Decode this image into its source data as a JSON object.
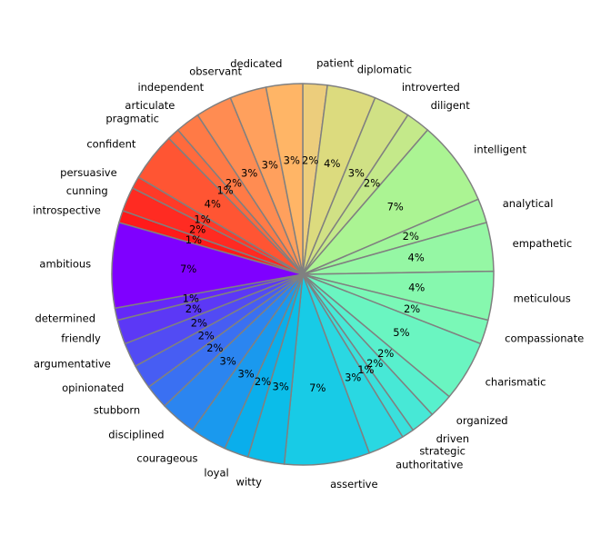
{
  "chart_data": {
    "type": "pie",
    "title": "",
    "start_angle_deg": 90,
    "direction": "clockwise",
    "edge_color": "#808080",
    "slices": [
      {
        "label": "patient",
        "value": 2,
        "pct_label": "2%",
        "color": "#eccd7c"
      },
      {
        "label": "diplomatic",
        "value": 4,
        "pct_label": "4%",
        "color": "#dcdb7e"
      },
      {
        "label": "introverted",
        "value": 3,
        "pct_label": "3%",
        "color": "#d0e185"
      },
      {
        "label": "diligent",
        "value": 2,
        "pct_label": "2%",
        "color": "#c4e98a"
      },
      {
        "label": "intelligent",
        "value": 7,
        "pct_label": "7%",
        "color": "#abf493"
      },
      {
        "label": "analytical",
        "value": 2,
        "pct_label": "2%",
        "color": "#a0f69b"
      },
      {
        "label": "empathetic",
        "value": 4,
        "pct_label": "4%",
        "color": "#95f7a4"
      },
      {
        "label": "meticulous",
        "value": 4,
        "pct_label": "4%",
        "color": "#86f8ae"
      },
      {
        "label": "compassionate",
        "value": 2,
        "pct_label": "2%",
        "color": "#7af8b7"
      },
      {
        "label": "charismatic",
        "value": 5,
        "pct_label": "5%",
        "color": "#6af5c1"
      },
      {
        "label": "organized",
        "value": 2,
        "pct_label": "2%",
        "color": "#58f0cd"
      },
      {
        "label": "driven",
        "value": 2,
        "pct_label": "2%",
        "color": "#47e8d6"
      },
      {
        "label": "strategic",
        "value": 1,
        "pct_label": "1%",
        "color": "#3ae0dc"
      },
      {
        "label": "authoritative",
        "value": 3,
        "pct_label": "3%",
        "color": "#2ad8e2"
      },
      {
        "label": "assertive",
        "value": 7,
        "pct_label": "7%",
        "color": "#18cbe6"
      },
      {
        "label": "witty",
        "value": 3,
        "pct_label": "3%",
        "color": "#0bbde9"
      },
      {
        "label": "loyal",
        "value": 2,
        "pct_label": "2%",
        "color": "#0aaeec"
      },
      {
        "label": "courageous",
        "value": 3,
        "pct_label": "3%",
        "color": "#1a99ee"
      },
      {
        "label": "disciplined",
        "value": 3,
        "pct_label": "3%",
        "color": "#2b85f0"
      },
      {
        "label": "stubborn",
        "value": 2,
        "pct_label": "2%",
        "color": "#3a70f2"
      },
      {
        "label": "opinionated",
        "value": 2,
        "pct_label": "2%",
        "color": "#475df3"
      },
      {
        "label": "argumentative",
        "value": 2,
        "pct_label": "2%",
        "color": "#524bf4"
      },
      {
        "label": "friendly",
        "value": 2,
        "pct_label": "2%",
        "color": "#5c38f6"
      },
      {
        "label": "determined",
        "value": 1,
        "pct_label": "1%",
        "color": "#6428f8"
      },
      {
        "label": "ambitious",
        "value": 7,
        "pct_label": "7%",
        "color": "#7f00ff"
      },
      {
        "label": "introspective",
        "value": 1,
        "pct_label": "1%",
        "color": "#ff1a1a"
      },
      {
        "label": "cunning",
        "value": 2,
        "pct_label": "2%",
        "color": "#ff2b22"
      },
      {
        "label": "persuasive",
        "value": 1,
        "pct_label": "1%",
        "color": "#ff3a28"
      },
      {
        "label": "confident",
        "value": 4,
        "pct_label": "4%",
        "color": "#ff5533"
      },
      {
        "label": "pragmatic",
        "value": 1,
        "pct_label": "1%",
        "color": "#ff6a3d"
      },
      {
        "label": "articulate",
        "value": 2,
        "pct_label": "2%",
        "color": "#ff7a46"
      },
      {
        "label": "independent",
        "value": 3,
        "pct_label": "3%",
        "color": "#ff8c52"
      },
      {
        "label": "observant",
        "value": 3,
        "pct_label": "3%",
        "color": "#ffa05d"
      },
      {
        "label": "dedicated",
        "value": 3,
        "pct_label": "3%",
        "color": "#ffb566"
      }
    ]
  }
}
